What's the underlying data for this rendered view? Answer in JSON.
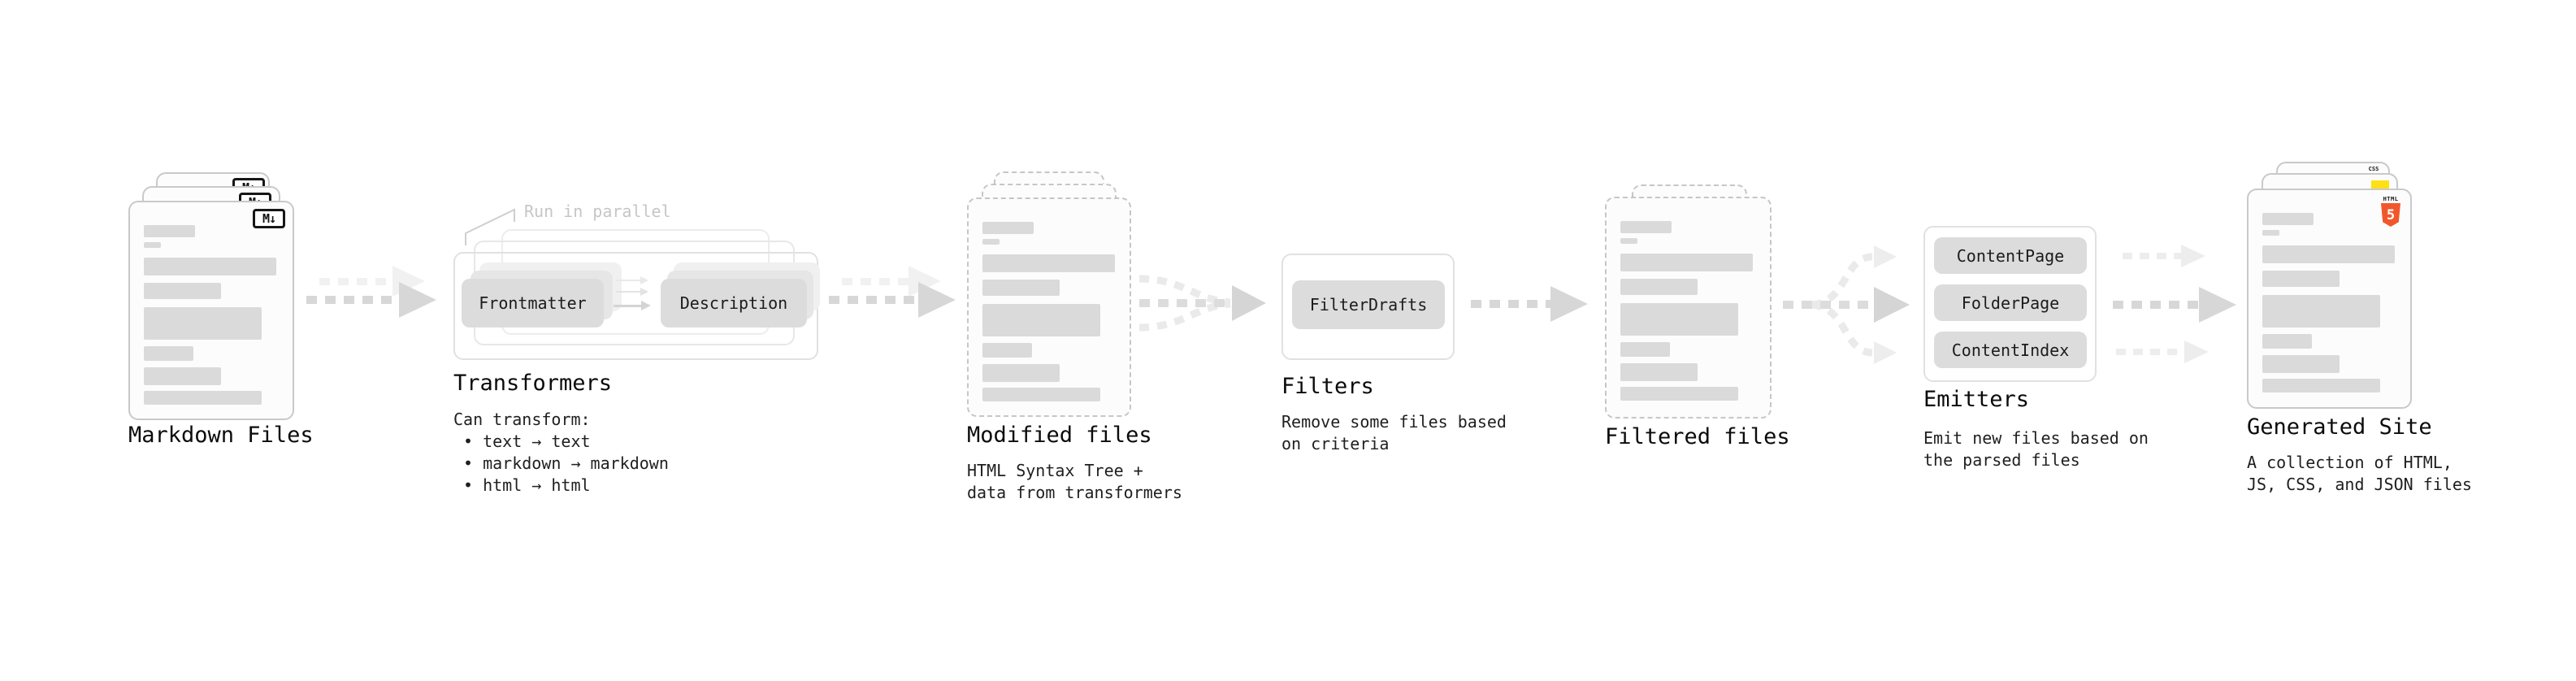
{
  "markdown": {
    "label": "Markdown Files",
    "badge": "M↓"
  },
  "transformers": {
    "label": "Transformers",
    "callout": "Run in parallel",
    "pill_frontmatter": "Frontmatter",
    "pill_description": "Description",
    "desc_title": "Can transform:",
    "bullets": [
      "• text → text",
      "• markdown → markdown",
      "• html → html"
    ]
  },
  "modified": {
    "label": "Modified files",
    "desc": [
      "HTML Syntax Tree +",
      "data from transformers"
    ]
  },
  "filters": {
    "label": "Filters",
    "pill": "FilterDrafts",
    "desc": [
      "Remove some files based",
      "on criteria"
    ]
  },
  "filtered": {
    "label": "Filtered files"
  },
  "emitters": {
    "label": "Emitters",
    "pills": [
      "ContentPage",
      "FolderPage",
      "ContentIndex"
    ],
    "desc": [
      "Emit new files based on",
      "the parsed files"
    ]
  },
  "generated": {
    "label": "Generated Site",
    "badge_css": "CSS",
    "badge_html": "HTML",
    "badge_html_number": "5",
    "desc": [
      "A collection of HTML,",
      "JS, CSS, and JSON files"
    ]
  },
  "colors": {
    "html5_orange": "#f0582b",
    "js_yellow": "#ffe014",
    "css_blue": "#2e6de5",
    "bar_gray": "#dadada",
    "pill_gray": "#dcdcdc",
    "arrow_gray": "#d7d7d7",
    "muted_text": "#c6c6c6"
  }
}
